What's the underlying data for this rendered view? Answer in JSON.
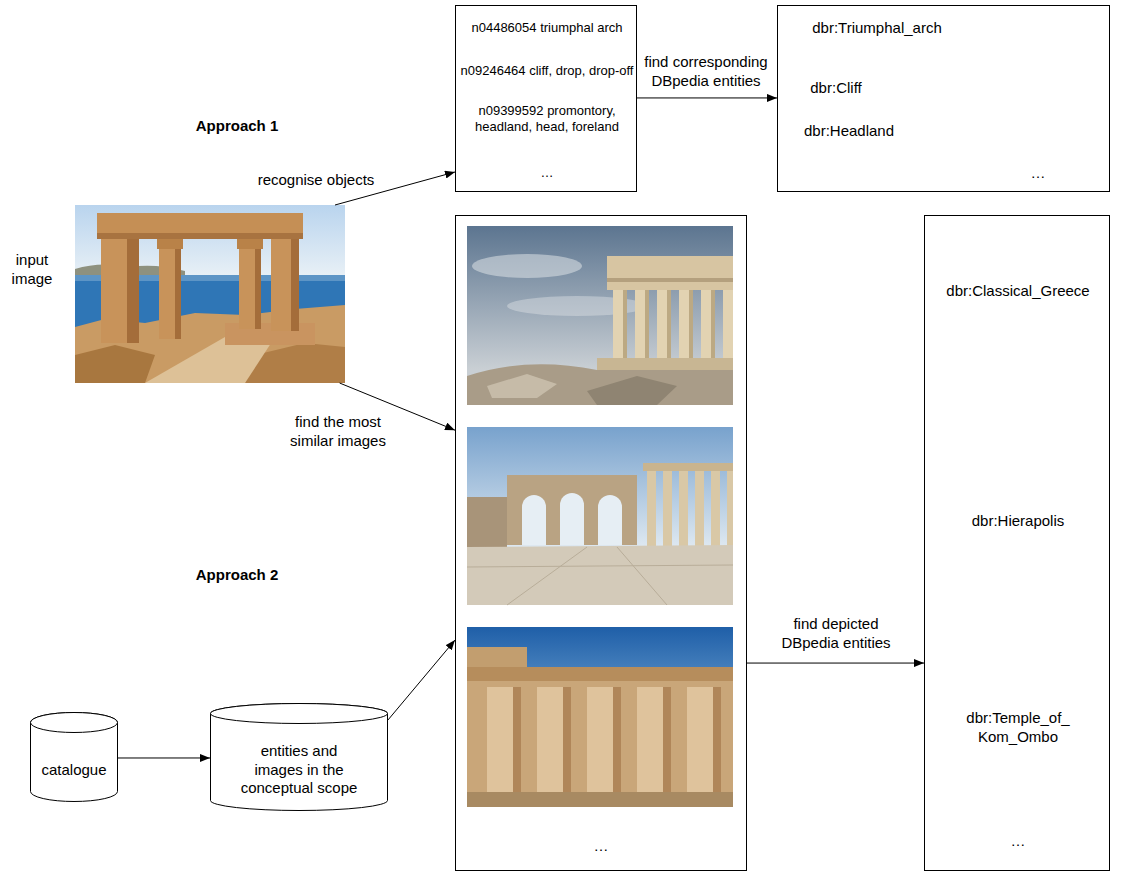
{
  "diagram": {
    "nodes": [
      {
        "text": [
          "n04486054 triumphal arch",
          "n09246464 cliff, drop, drop-off",
          "n09399592 promontory, headland, head, foreland",
          "…"
        ]
      },
      {
        "text": [
          "dbr:Triumphal_arch",
          "dbr:Cliff",
          "dbr:Headland",
          "…"
        ]
      },
      {
        "text": [
          "input image"
        ]
      },
      {
        "text": [
          "…"
        ]
      },
      {
        "text": [
          "dbr:Classical_Greece",
          "dbr:Hierapolis",
          "dbr:Temple_of_ Kom_Ombo",
          "…"
        ]
      },
      {
        "text": [
          "catalogue"
        ]
      },
      {
        "text": [
          "entities and images in the conceptual scope"
        ]
      }
    ],
    "edges": [
      {
        "from": 2,
        "to": 0,
        "arrow": "to",
        "label": "recognise objects"
      },
      {
        "from": 0,
        "to": 1,
        "arrow": "to",
        "label": "find corresponding DBpedia entities"
      },
      {
        "from": 2,
        "to": 3,
        "arrow": "to",
        "label": "find the most similar images"
      },
      {
        "from": 3,
        "to": 4,
        "arrow": "to",
        "label": "find depicted DBpedia entities"
      },
      {
        "from": 5,
        "to": 6,
        "arrow": "to"
      },
      {
        "from": 6,
        "to": 3,
        "arrow": "to"
      }
    ],
    "labels": [
      "Approach 1",
      "Approach 2"
    ]
  }
}
